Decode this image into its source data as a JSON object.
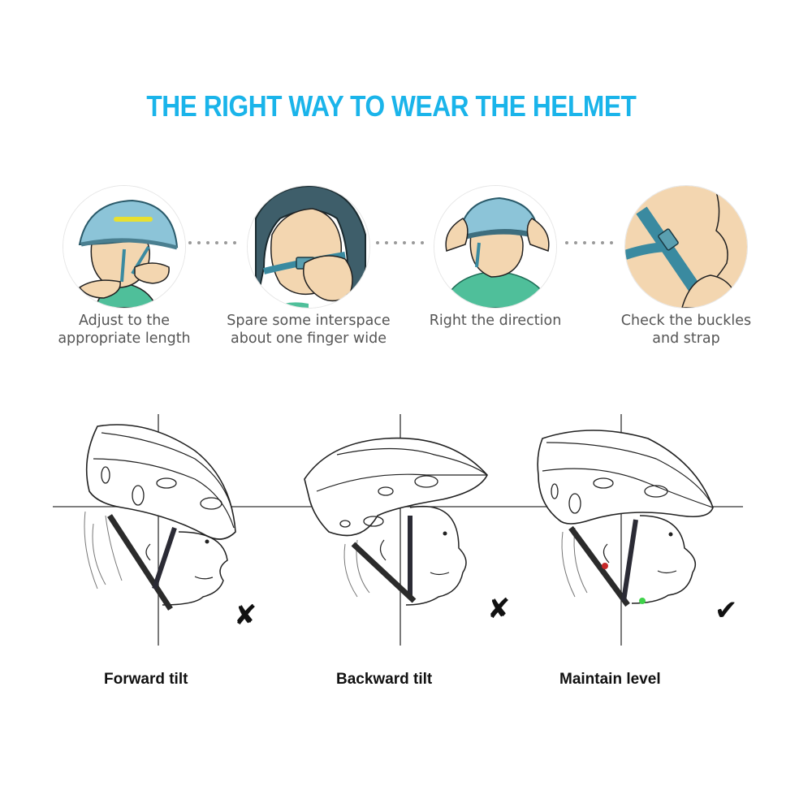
{
  "title": "THE RIGHT WAY TO WEAR THE HELMET",
  "colors": {
    "title": "#1ab4ea",
    "helmet_blue": "#8cc4d8",
    "strap_teal": "#3a8aa0",
    "skin": "#f3d6b0",
    "shirt_green": "#4fbf9a",
    "reflector_yellow": "#e8e030",
    "caption_gray": "#555555",
    "line_black": "#111111"
  },
  "steps": [
    {
      "label_line1": "Adjust to the",
      "label_line2": "appropriate length",
      "icon": "adjust-strap-illustration"
    },
    {
      "label_line1": "Spare some interspace",
      "label_line2": "about one finger wide",
      "icon": "finger-gap-illustration"
    },
    {
      "label_line1": "Right the direction",
      "label_line2": "",
      "icon": "align-helmet-illustration"
    },
    {
      "label_line1": "Check the buckles",
      "label_line2": "and strap",
      "icon": "check-buckle-illustration"
    }
  ],
  "positions": [
    {
      "caption": "Forward tilt",
      "verdict": "wrong",
      "mark": "✘"
    },
    {
      "caption": "Backward tilt",
      "verdict": "wrong",
      "mark": "✘"
    },
    {
      "caption": "Maintain level",
      "verdict": "correct",
      "mark": "✔"
    }
  ]
}
